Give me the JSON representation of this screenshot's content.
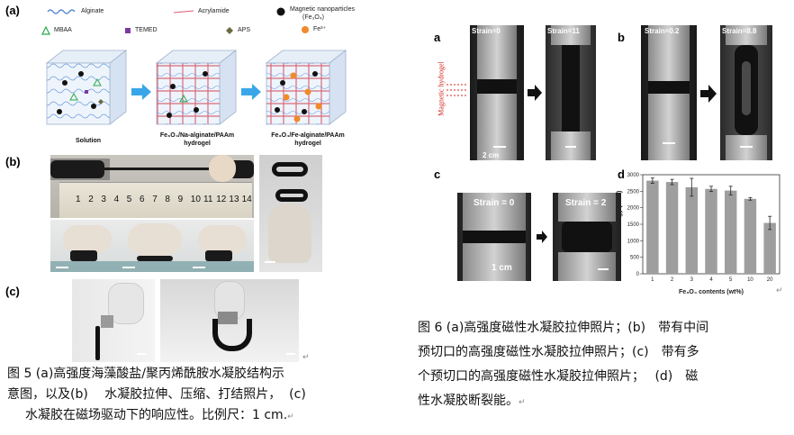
{
  "fig5": {
    "panel_a": "(a)",
    "panel_b": "(b)",
    "panel_c": "(c)",
    "legend": {
      "alginate": "Alginate",
      "acrylamide": "Acrylamide",
      "magnetic": "Magnetic nanoparticles",
      "magnetic_formula": "(Fe₃O₄)",
      "mbaa": "MBAA",
      "temed": "TEMED",
      "aps": "APS",
      "fe": "Fe³⁺"
    },
    "cubes": {
      "solution": "Solution",
      "mid_line1": "Fe₃O₄/Na-alginate/PAAm",
      "mid_line2": "hydrogel",
      "right_line1": "Fe₃O₄/Fe-alginate/PAAm",
      "right_line2": "hydrogel"
    },
    "ruler": [
      "1",
      "2",
      "3",
      "4",
      "5",
      "6",
      "7",
      "8",
      "9",
      "10",
      "11",
      "12",
      "13",
      "14"
    ],
    "caption": {
      "line1": "图 5 (a)高强度海藻酸盐/聚丙烯酰胺水凝胶结构示",
      "line2": "意图，以及(b)　 水凝胶拉伸、压缩、打结照片，  (c)",
      "line3": "水凝胶在磁场驱动下的响应性。比例尺：1 cm.",
      "enter": "↵"
    }
  },
  "fig6": {
    "panel_a": "a",
    "panel_b": "b",
    "panel_c": "c",
    "panel_d": "d",
    "magnetic_hydrogel": "Magnetic hydrogel",
    "strain_a0": "Strain=0",
    "strain_a1": "Strain=11",
    "strain_b0": "Strain=0.2",
    "strain_b1": "Strain=8.8",
    "strain_c0": "Strain = 0",
    "strain_c1": "Strain = 2",
    "scale_a": "2 cm",
    "scale_c": "1 cm",
    "caption": {
      "line1": "图 6 (a)高强度磁性水凝胶拉伸照片；(b)　带有中间",
      "line2": "预切口的高强度磁性水凝胶拉伸照片；(c)　带有多",
      "line3": "个预切口的高强度磁性水凝胶拉伸照片；　 (d)　磁",
      "line4": "性水凝胶断裂能。",
      "enter": "↵"
    }
  },
  "chart_data": {
    "type": "bar",
    "categories": [
      "1",
      "2",
      "3",
      "4",
      "5",
      "10",
      "20"
    ],
    "values": [
      2820,
      2780,
      2620,
      2570,
      2520,
      2270,
      1540
    ],
    "errors": [
      80,
      80,
      270,
      80,
      130,
      40,
      200
    ],
    "xlabel": "Fe₃O₄ contents (wt%)",
    "ylabel": "Fracture Energy (J/m²)",
    "ylim": [
      0,
      3000
    ],
    "yticks": [
      0,
      500,
      1000,
      1500,
      2000,
      2500,
      3000
    ],
    "color": "#9e9e9e"
  }
}
